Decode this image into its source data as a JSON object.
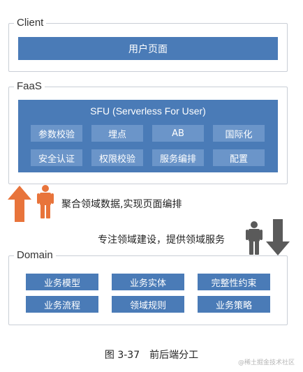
{
  "client": {
    "title": "Client",
    "page_bar": "用户页面"
  },
  "faas": {
    "title": "FaaS",
    "sfu_title": "SFU (Serverless For User)",
    "chips": [
      "参数校验",
      "埋点",
      "AB",
      "国际化",
      "安全认证",
      "权限校验",
      "服务编排",
      "配置"
    ]
  },
  "middle": {
    "left_caption": "聚合领域数据,实现页面编排",
    "right_caption": "专注领域建设，提供领域服务"
  },
  "domain": {
    "title": "Domain",
    "chips": [
      "业务模型",
      "业务实体",
      "完整性约束",
      "业务流程",
      "领域规则",
      "业务策略"
    ]
  },
  "figure_caption": "图 3-37　前后端分工",
  "watermark": "@稀土掘金技术社区",
  "colors": {
    "dark_blue": "#4a7bb7",
    "chip_blue": "#6b95c9",
    "orange": "#e8743b",
    "gray": "#5a5a5a"
  }
}
